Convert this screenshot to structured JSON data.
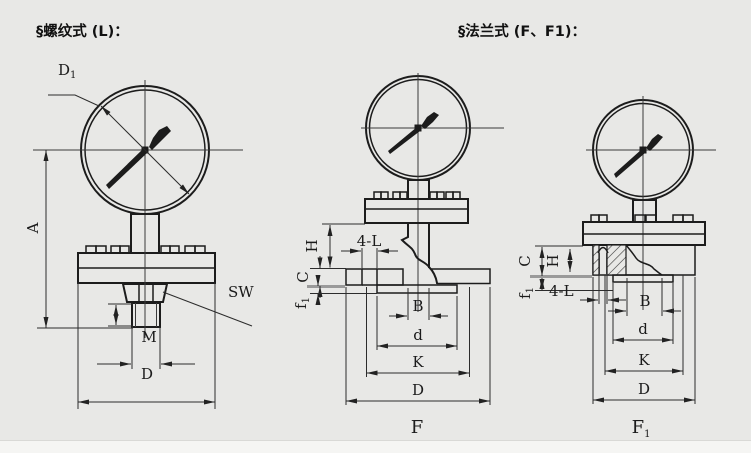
{
  "colors": {
    "background": "#e8e8e6",
    "footer_strip": "#f5f5f3",
    "line": "#1c1c1c",
    "gray_surface_line": "#9a9a9a"
  },
  "threaded": {
    "title": "§螺纹式 (L)：",
    "labels": {
      "d1_main": "D",
      "d1_sub": "1",
      "a": "A",
      "sw": "SW",
      "m": "M",
      "d": "D"
    }
  },
  "flanged": {
    "title": "§法兰式 (F、F1)：",
    "f": {
      "labels": {
        "h": "H",
        "c": "C",
        "f1_main": "f",
        "f1_sub": "1",
        "holes": "4-L",
        "b": "B",
        "d": "d",
        "k": "K",
        "dd": "D",
        "caption": "F"
      }
    },
    "f1": {
      "labels": {
        "c": "C",
        "h": "H",
        "f1_main": "f",
        "f1_sub": "1",
        "holes": "4-L",
        "b": "B",
        "d": "d",
        "k": "K",
        "dd": "D",
        "caption_main": "F",
        "caption_sub": "1"
      }
    }
  }
}
